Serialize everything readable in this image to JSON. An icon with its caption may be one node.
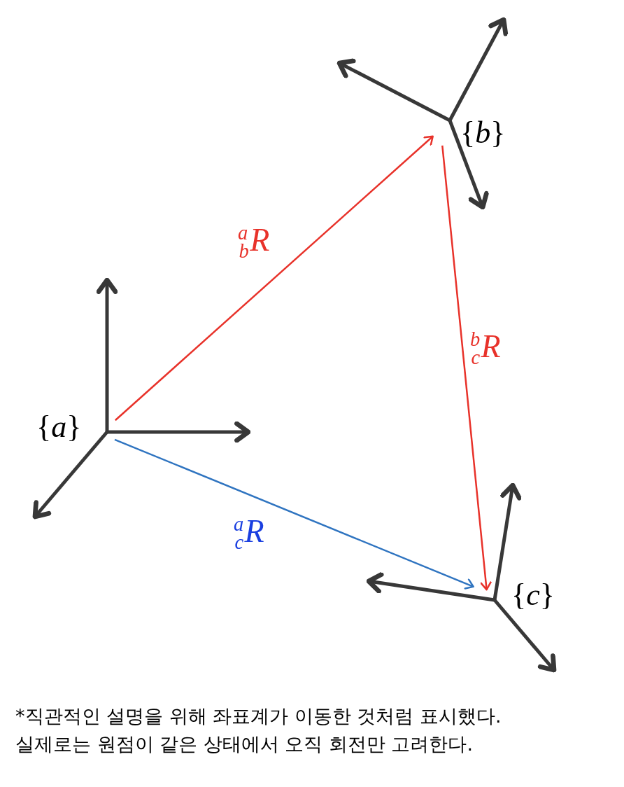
{
  "diagram": {
    "nodes": [
      {
        "text": [
          "{*a*}"
        ]
      },
      {
        "text": [
          "{*b*}"
        ]
      },
      {
        "text": [
          "{*c*}"
        ]
      }
    ],
    "edges": [
      {
        "from": 0,
        "to": 1,
        "arrow": "to",
        "label": "$^{a}$$_{b}$*R*",
        "color": "#e8322a"
      },
      {
        "from": 1,
        "to": 2,
        "arrow": "to",
        "label": "$^{b}$$_{c}$*R*",
        "color": "#e8322a"
      },
      {
        "from": 0,
        "to": 2,
        "arrow": "to",
        "label": "$^{a}$$_{c}$*R*",
        "color": "#2f74c0"
      }
    ],
    "labels": [
      "*직관적인 설명을 위해 좌표계가 이동한 것처럼 표시했다.",
      "실제로는 원점이 같은 상태에서 오직 회전만 고려한다."
    ]
  }
}
